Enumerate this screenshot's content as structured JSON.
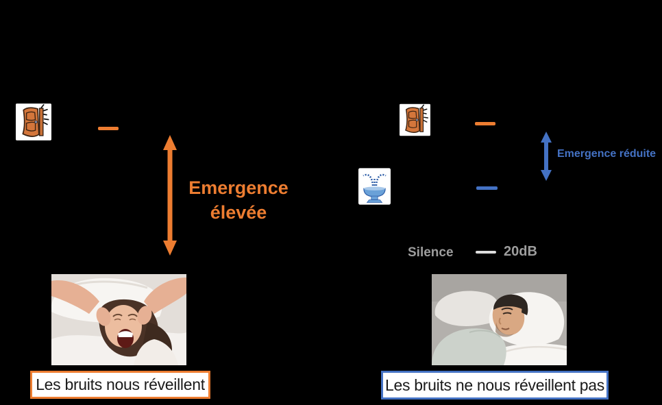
{
  "scene": {
    "background": "#000000",
    "description": "Sound masking diagram: noise emergence with and without fountain masking"
  },
  "palette": {
    "orange": "#ED7D31",
    "blue": "#4472C4",
    "gray_text": "#9d9d9d",
    "silence_dash": "#dcdcdc",
    "caption_text": "#1a1a1a",
    "box_background": "#ffffff"
  },
  "left_panel": {
    "noise_icon": "door-slam",
    "noise_level_dash_color": "#ED7D31",
    "emergence": {
      "line1": "Emergence",
      "line2": "élevée"
    },
    "photo": "woman-awakened-covering-ears",
    "caption": "Les bruits nous réveillent"
  },
  "right_panel": {
    "noise_icon": "door-slam",
    "masking_icon": "fountain",
    "noise_level_dash_color": "#ED7D31",
    "masking_level_dash_color": "#4472C4",
    "emergence_label": "Emergence réduite",
    "silence_label": "Silence",
    "silence_level": "20dB",
    "photo": "man-sleeping-peacefully",
    "caption": "Les bruits ne nous réveillent pas"
  }
}
